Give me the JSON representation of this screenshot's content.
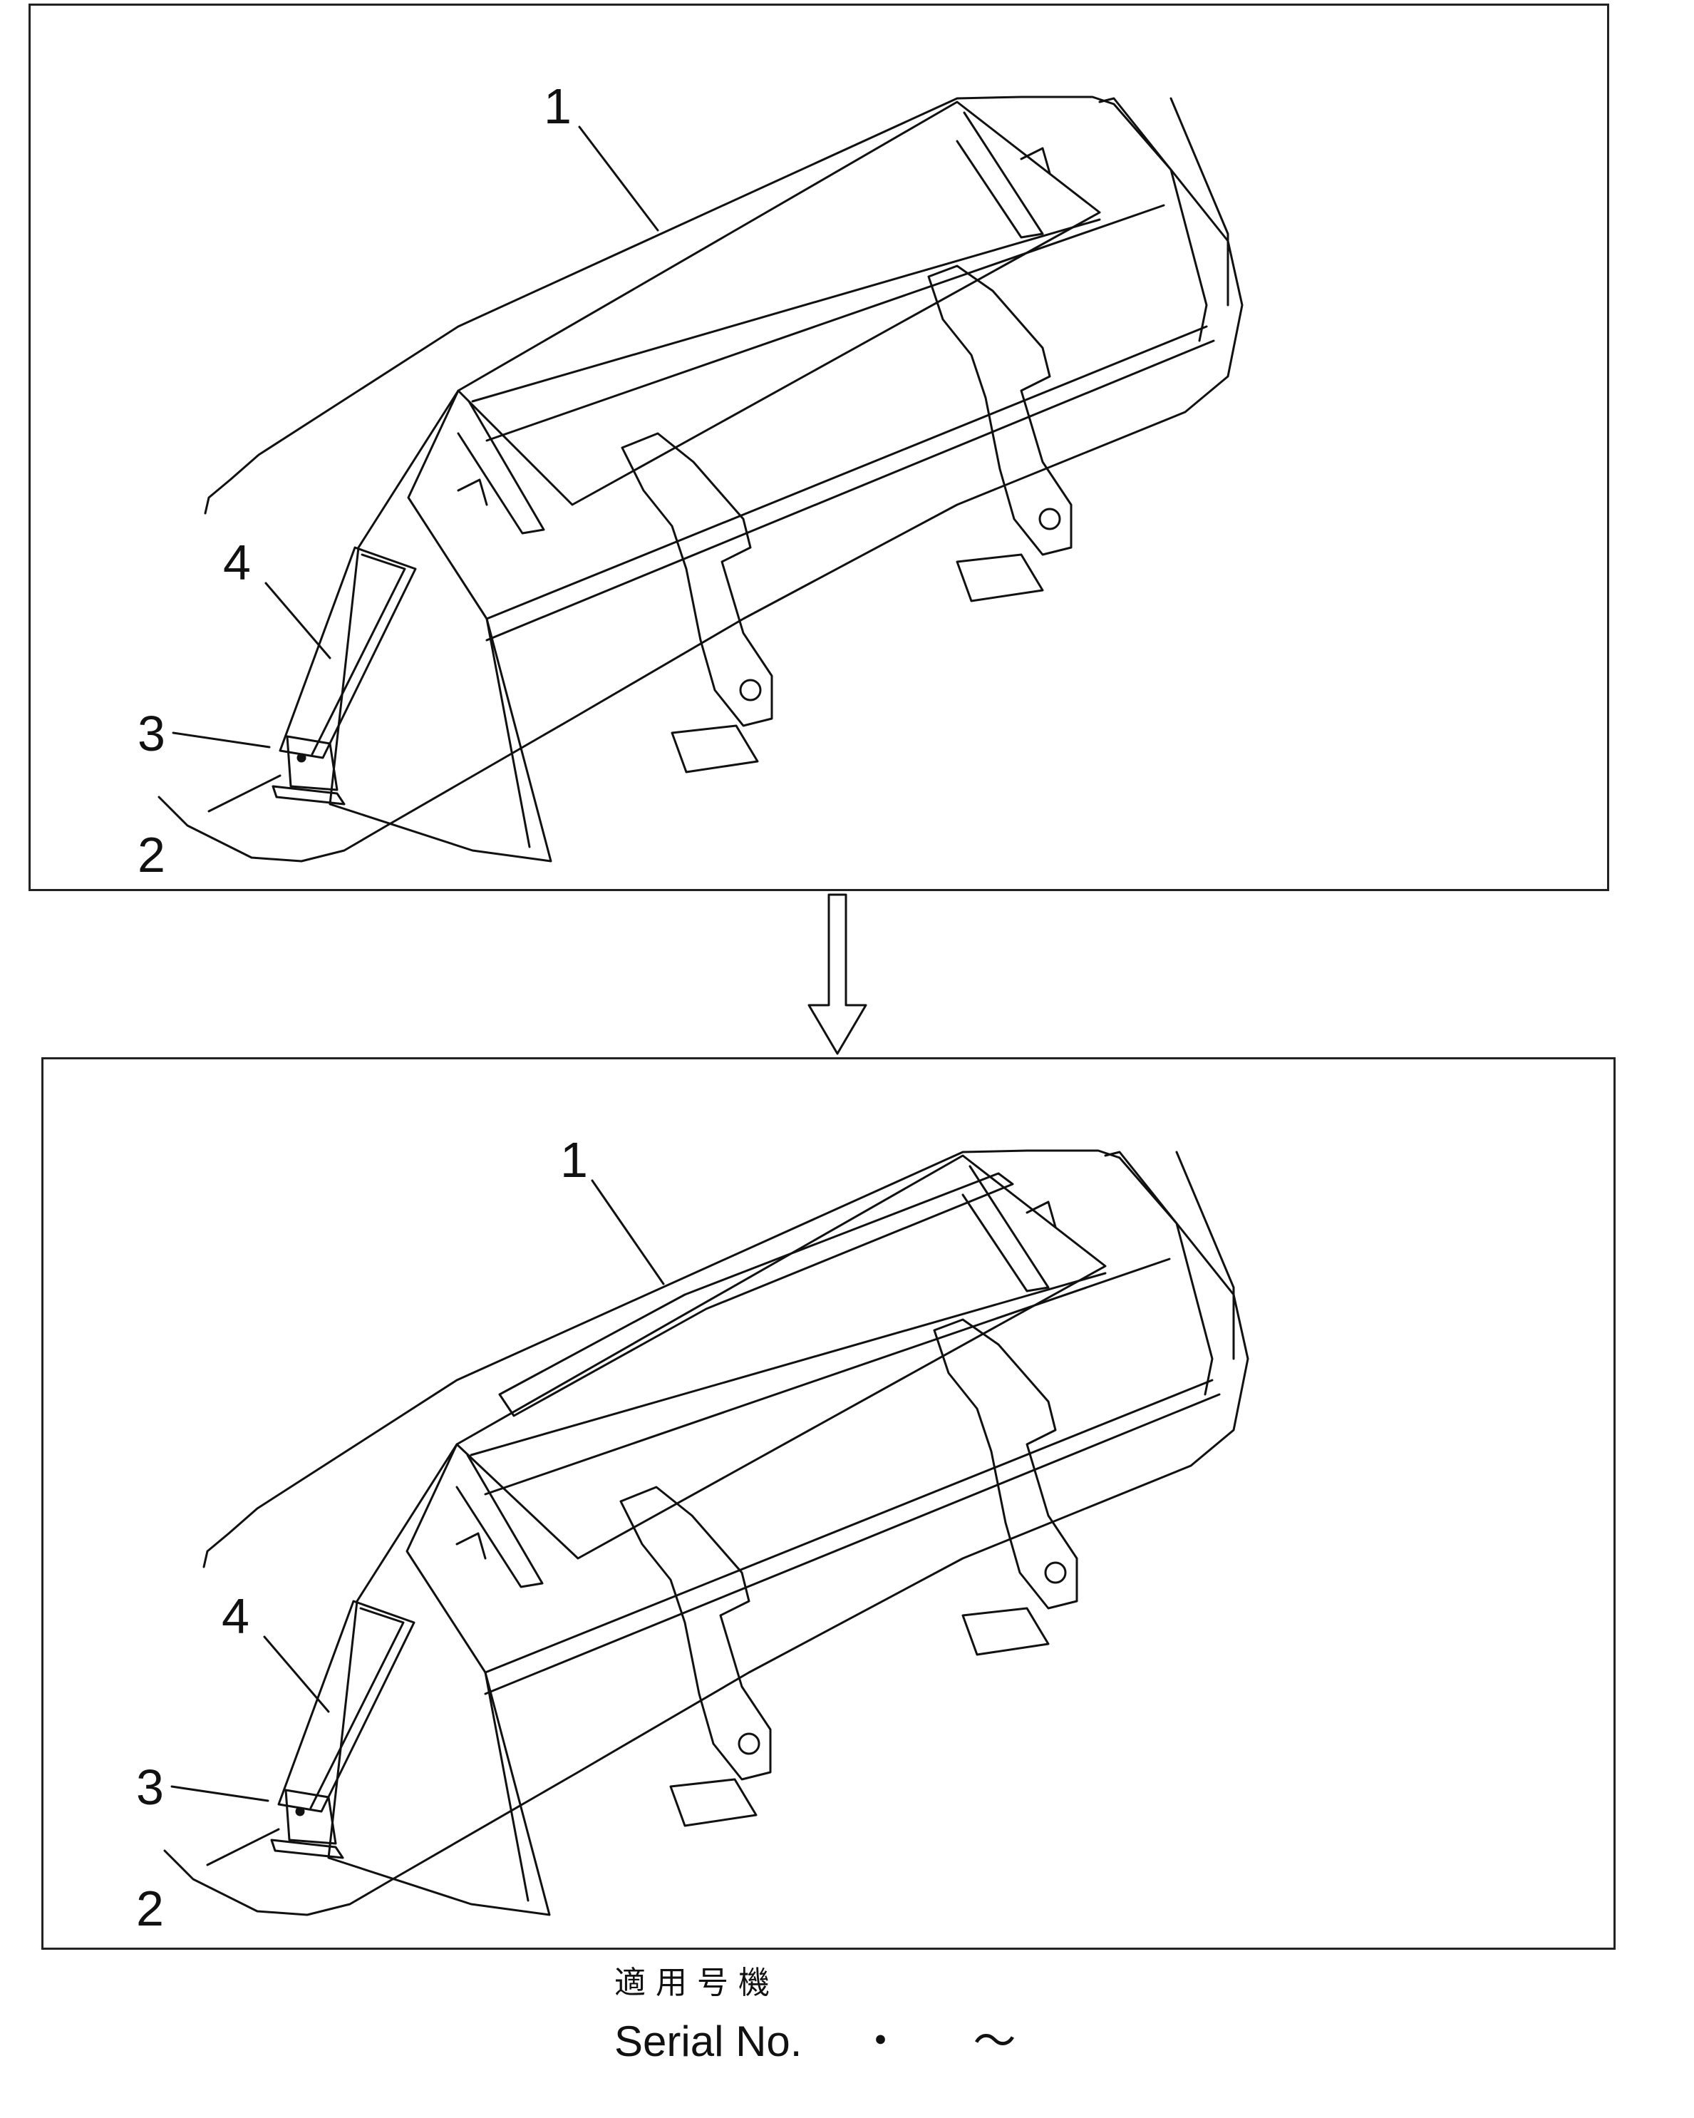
{
  "panels": [
    {
      "id": "before",
      "callouts": [
        {
          "text": "1"
        },
        {
          "text": "2"
        },
        {
          "text": "3"
        },
        {
          "text": "4"
        }
      ]
    },
    {
      "id": "after",
      "callouts": [
        {
          "text": "1"
        },
        {
          "text": "2"
        },
        {
          "text": "3"
        },
        {
          "text": "4"
        }
      ]
    }
  ],
  "serial": {
    "label_jp": "適用号機",
    "label_en": "Serial No.",
    "separator": "・",
    "range": "〜"
  }
}
